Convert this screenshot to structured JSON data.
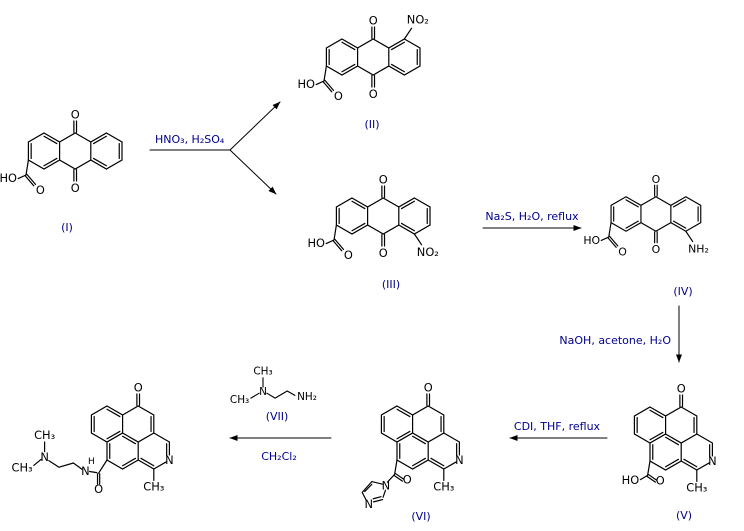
{
  "colors": {
    "bond": "#000000",
    "text_accent": "#00008b",
    "background": "#ffffff"
  },
  "compounds": {
    "c1": {
      "label": "(I)",
      "atoms": {
        "o_top": "O",
        "o_bottom": "O",
        "acid_ho": "HO",
        "acid_o": "O"
      }
    },
    "c2": {
      "label": "(II)",
      "atoms": {
        "o_top": "O",
        "o_bottom": "O",
        "acid_ho": "HO",
        "acid_o": "O",
        "no2": "NO₂"
      }
    },
    "c3": {
      "label": "(III)",
      "atoms": {
        "o_top": "O",
        "o_bottom": "O",
        "acid_ho": "HO",
        "acid_o": "O",
        "no2": "NO₂"
      }
    },
    "c4": {
      "label": "(IV)",
      "atoms": {
        "o_top": "O",
        "o_bottom": "O",
        "acid_ho": "HO",
        "acid_o": "O",
        "nh2": "NH₂"
      }
    },
    "c5": {
      "label": "(V)",
      "atoms": {
        "o_ketone": "O",
        "ring_n": "N",
        "ring_ch3": "CH₃",
        "acid_ho": "HO",
        "acid_o": "O"
      }
    },
    "c6": {
      "label": "(VI)",
      "atoms": {
        "o_ketone": "O",
        "ring_n": "N",
        "ring_ch3": "CH₃",
        "amide_o": "O",
        "imid_n1": "N",
        "imid_n3": "N"
      }
    },
    "c7": {
      "label": "(VII)",
      "atoms": {
        "ch3_top": "CH₃",
        "n": "N",
        "ch3_left": "CH₃",
        "nh2": "NH₂"
      }
    },
    "c8": {
      "atoms": {
        "o_ketone": "O",
        "ring_n": "N",
        "ring_ch3": "CH₃",
        "amide_o": "O",
        "amide_n": "N",
        "amide_h": "H",
        "dim_n": "N",
        "dim_ch3_top": "CH₃",
        "dim_ch3_left": "CH₃"
      }
    }
  },
  "reagents": {
    "nitration": "HNO₃, H₂SO₄",
    "reduction": "Na₂S, H₂O, reflux",
    "cyclization": "NaOH, acetone, H₂O",
    "activation": "CDI, THF, reflux",
    "amidation_solvent": "CH₂Cl₂"
  }
}
